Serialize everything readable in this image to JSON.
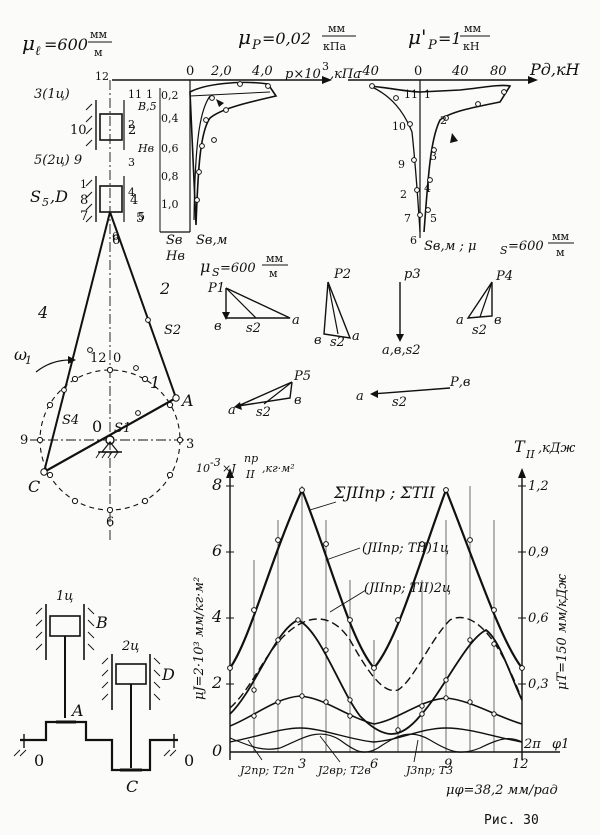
{
  "header": {
    "mu_l_sym": "μ",
    "mu_l_sub": "ℓ",
    "mu_l_value": "=600",
    "mu_l_unit_num": "мм",
    "mu_l_unit_den": "м",
    "mu_p_sym": "μ",
    "mu_p_sub": "P",
    "mu_p_value": "=0,02",
    "mu_p_unit_num": "мм",
    "mu_p_unit_den": "кПа",
    "mu_p2_sym": "μ'",
    "mu_p2_sub": "P",
    "mu_p2_value": "=1",
    "mu_p2_unit_num": "мм",
    "mu_p2_unit_den": "кН"
  },
  "pressure_plot": {
    "ticks": [
      "0",
      "2,0",
      "4,0"
    ],
    "axis_label": "p×10",
    "axis_exp": "3",
    "axis_unit": ",кПа",
    "top_label": "12",
    "left_labels": [
      "11",
      "1",
      "B,5",
      "2",
      "Hв",
      "3",
      "4",
      "5",
      "6"
    ],
    "side_ticks": [
      "0,2",
      "0,4",
      "0,6",
      "0,8",
      "1,0"
    ],
    "sb_label": "Sв",
    "sb_axis": "Sв,м",
    "hb_label": "Hв",
    "mu_s_label": "μ",
    "mu_s_sub": "S",
    "mu_s_value": "=600",
    "mu_s_unit_num": "мм",
    "mu_s_unit_den": "м"
  },
  "force_plot": {
    "ticks": [
      "-40",
      "0",
      "40",
      "80"
    ],
    "axis_label": "Pд,кН",
    "point_labels": [
      "11",
      "1",
      "2",
      "10",
      "3",
      "9",
      "2",
      "4",
      "7",
      "5",
      "6"
    ],
    "sb_axis": "Sв,м ; μ",
    "mu_s_sub": "S",
    "mu_s_value": "=600",
    "mu_s_unit_num": "мм",
    "mu_s_unit_den": "м"
  },
  "mechanism": {
    "cyl1_label": "3(1ц)",
    "cyl2_label": "5(2ц) 9",
    "sd_label": "S",
    "sd_sub": "5",
    "sd_rest": ",D",
    "left_numbers": [
      "10",
      "1",
      "8",
      "7"
    ],
    "slider_numbers": [
      "2",
      "4",
      "5",
      "6"
    ],
    "link4_label": "4",
    "link2_label": "2",
    "s2_label": "S2",
    "omega_label": "ω",
    "omega_sub": "1",
    "crank_label": "1",
    "a_label": "A",
    "c_label": "C",
    "o_label": "0",
    "s4_label": "S4",
    "s1_label": "S1",
    "circle_numbers": [
      "12",
      "0",
      "9",
      "3",
      "6"
    ]
  },
  "velocity_triangles": [
    {
      "pole": "P1",
      "labels": [
        "в",
        "s2",
        "a"
      ]
    },
    {
      "pole": "P2",
      "labels": [
        "в",
        "s2",
        "a"
      ]
    },
    {
      "pole": "p3",
      "labels": [
        "a,в,s2"
      ]
    },
    {
      "pole": "P4",
      "labels": [
        "a",
        "в",
        "s2"
      ]
    },
    {
      "pole": "P5",
      "labels": [
        "a",
        "s2",
        "в"
      ]
    },
    {
      "pole": "Р,в",
      "labels": [
        "a",
        "s2"
      ]
    }
  ],
  "inertia_chart": {
    "left_axis_title": "10",
    "left_axis_exp": "-3",
    "left_axis_sym": "×J",
    "left_axis_sub": "II",
    "left_axis_sup": "пр",
    "left_axis_unit": ",кг·м²",
    "left_ticks": [
      "8",
      "6",
      "4",
      "2",
      "0"
    ],
    "right_axis_title": "T",
    "right_axis_sub": "II",
    "right_axis_unit": ",кДж",
    "right_ticks": [
      "1,2",
      "0,9",
      "0,6",
      "0,3"
    ],
    "mu_j_label": "μJ=2·10³ мм/кг·м²",
    "mu_t_label": "μT=150 мм/кДж",
    "sum_label": "ΣJIIпр ; ΣTII",
    "curve1_label": "(JIIпр; TII)1ц",
    "curve2_label": "(JIIпр; TII)2ц",
    "bottom_labels": [
      "J2пр; T2п",
      "J2вр; T2в",
      "J3пр; T3"
    ],
    "x_ticks": [
      "3",
      "6",
      "9",
      "12"
    ],
    "x_end": "2π",
    "x_var": "φ1",
    "mu_phi_label": "μφ=38,2 мм/рад"
  },
  "crank_sketch": {
    "cyl1": "1ц",
    "cyl2": "2ц",
    "b_label": "B",
    "d_label": "D",
    "a_label": "A",
    "c_label": "C",
    "o_left": "0",
    "o_right": "0"
  },
  "caption": "Рис. 30"
}
